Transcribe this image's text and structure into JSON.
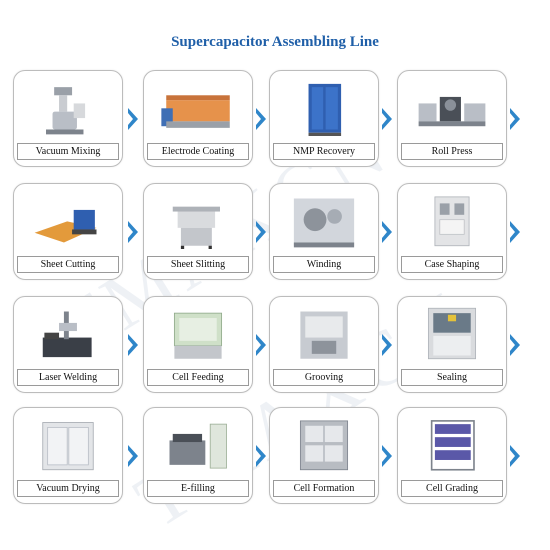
{
  "title": "Supercapacitor Assembling Line",
  "watermark": "TMAXCN",
  "colors": {
    "title": "#1f5fa8",
    "arrow": "#2f86c9",
    "card_border": "#bcbcbc"
  },
  "steps": [
    {
      "label": "Vacuum Mixing",
      "icon": "vacuum-mixer-icon"
    },
    {
      "label": "Electrode Coating",
      "icon": "coating-machine-icon"
    },
    {
      "label": "NMP Recovery",
      "icon": "nmp-recovery-cabinet-icon"
    },
    {
      "label": "Roll Press",
      "icon": "roll-press-icon"
    },
    {
      "label": "Sheet Cutting",
      "icon": "sheet-cutter-icon"
    },
    {
      "label": "Sheet Slitting",
      "icon": "slitting-machine-icon"
    },
    {
      "label": "Winding",
      "icon": "winding-machine-icon"
    },
    {
      "label": "Case Shaping",
      "icon": "case-shaping-machine-icon"
    },
    {
      "label": "Laser Welding",
      "icon": "laser-welder-icon"
    },
    {
      "label": "Cell Feeding",
      "icon": "cell-feeding-machine-icon"
    },
    {
      "label": "Grooving",
      "icon": "grooving-machine-icon"
    },
    {
      "label": "Sealing",
      "icon": "sealing-machine-icon"
    },
    {
      "label": "Vacuum Drying",
      "icon": "vacuum-oven-icon"
    },
    {
      "label": "E-filling",
      "icon": "electrolyte-filling-icon"
    },
    {
      "label": "Cell Formation",
      "icon": "formation-cabinet-icon"
    },
    {
      "label": "Cell Grading",
      "icon": "grading-rack-icon"
    }
  ]
}
